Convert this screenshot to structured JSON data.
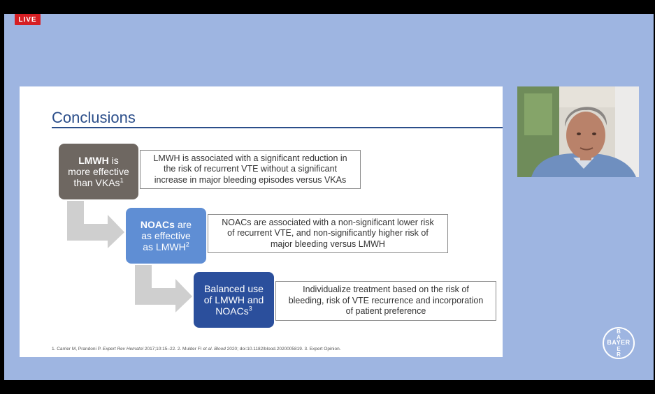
{
  "live_badge": "LIVE",
  "slide": {
    "title": "Conclusions",
    "steps": [
      {
        "bold": "LMWH",
        "after_bold": " is",
        "line2": "more effective",
        "line3": "than VKAs",
        "sup": "1"
      },
      {
        "bold": "NOACs",
        "after_bold": " are",
        "line2": "as effective",
        "line3": "as LMWH",
        "sup": "2"
      },
      {
        "line1": "Balanced use",
        "line2": "of LMWH and",
        "line3": "NOACs",
        "sup": "3"
      }
    ],
    "descriptions": [
      {
        "line1": "LMWH is associated with a significant reduction in",
        "line2": "the risk of recurrent VTE without a significant",
        "line3": "increase in major bleeding episodes versus VKAs"
      },
      {
        "line1": "NOACs are associated with a non-significant lower risk",
        "line2": "of recurrent VTE, and non-significantly higher risk of",
        "line3": "major bleeding versus LMWH"
      },
      {
        "line1": "Individualize treatment based on the risk of",
        "line2": "bleeding, risk of VTE recurrence and incorporation",
        "line3": "of patient preference"
      }
    ],
    "footnote": {
      "part1": "1. Carrier M, Prandoni P. ",
      "journal1": "Expert Rev Hematol",
      "part2": " 2017;10:15–22. 2. Mulder FI ",
      "etal": "et al.",
      "journal2": " Blood",
      "part3": " 2020; doi:10.1182/blood.2020005819. 3. Expert Opinion."
    }
  },
  "logo": {
    "horizontal": "BAYER",
    "vertical": [
      "B",
      "A",
      "Y",
      "E",
      "R"
    ]
  },
  "colors": {
    "stage_bg": "#9eb5e1",
    "title_blue": "#2b4e8a",
    "step1": "#6e6761",
    "step2": "#5f8ed4",
    "step3": "#2b4f9c",
    "live_red": "#d61f24"
  }
}
